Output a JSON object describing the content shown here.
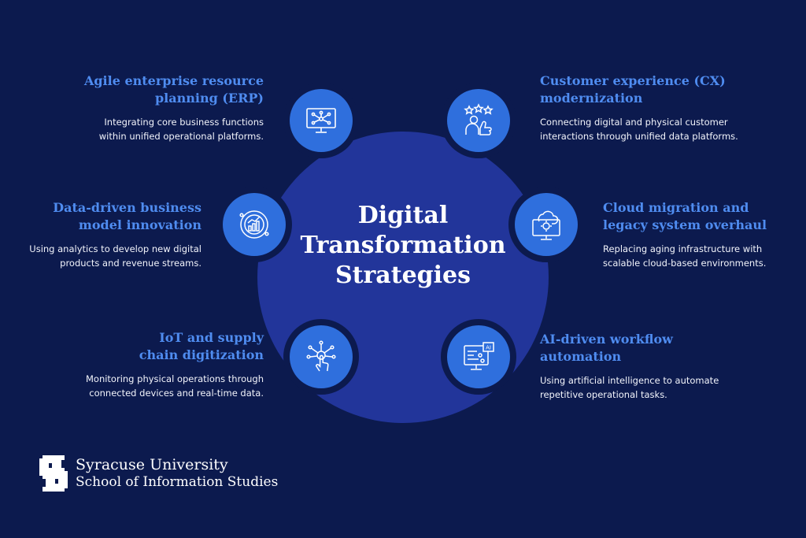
{
  "title": {
    "line1": "Digital",
    "line2": "Transformation",
    "line3": "Strategies"
  },
  "strategies": [
    {
      "title1": "Agile enterprise resource",
      "title2": "planning (ERP)",
      "desc1": "Integrating core business functions",
      "desc2": "within unified operational platforms.",
      "icon": "monitor-network-icon"
    },
    {
      "title1": "Customer experience (CX)",
      "title2": "modernization",
      "desc1": "Connecting digital and physical customer",
      "desc2": "interactions through unified data platforms.",
      "icon": "customer-rating-icon"
    },
    {
      "title1": "Data-driven business",
      "title2": "model innovation",
      "desc1": "Using analytics to develop new digital",
      "desc2": "products and revenue streams.",
      "icon": "analytics-chart-icon"
    },
    {
      "title1": "Cloud migration and",
      "title2": "legacy system overhaul",
      "desc1": "Replacing aging infrastructure with",
      "desc2": "scalable cloud-based environments.",
      "icon": "cloud-gear-icon"
    },
    {
      "title1": "IoT and supply",
      "title2": "chain digitization",
      "desc1": "Monitoring physical operations through",
      "desc2": "connected devices and real-time data.",
      "icon": "touch-network-icon"
    },
    {
      "title1": "AI-driven workflow",
      "title2": "automation",
      "desc1": "Using artificial intelligence to automate",
      "desc2": "repetitive operational tasks.",
      "icon": "ai-monitor-icon"
    }
  ],
  "logo": {
    "line1": "Syracuse University",
    "line2": "School of Information Studies",
    "mark": "S"
  },
  "colors": {
    "background": "#0c1a4e",
    "hub": "#22359a",
    "node": "#2f6fdd",
    "heading": "#4f8cf0"
  }
}
